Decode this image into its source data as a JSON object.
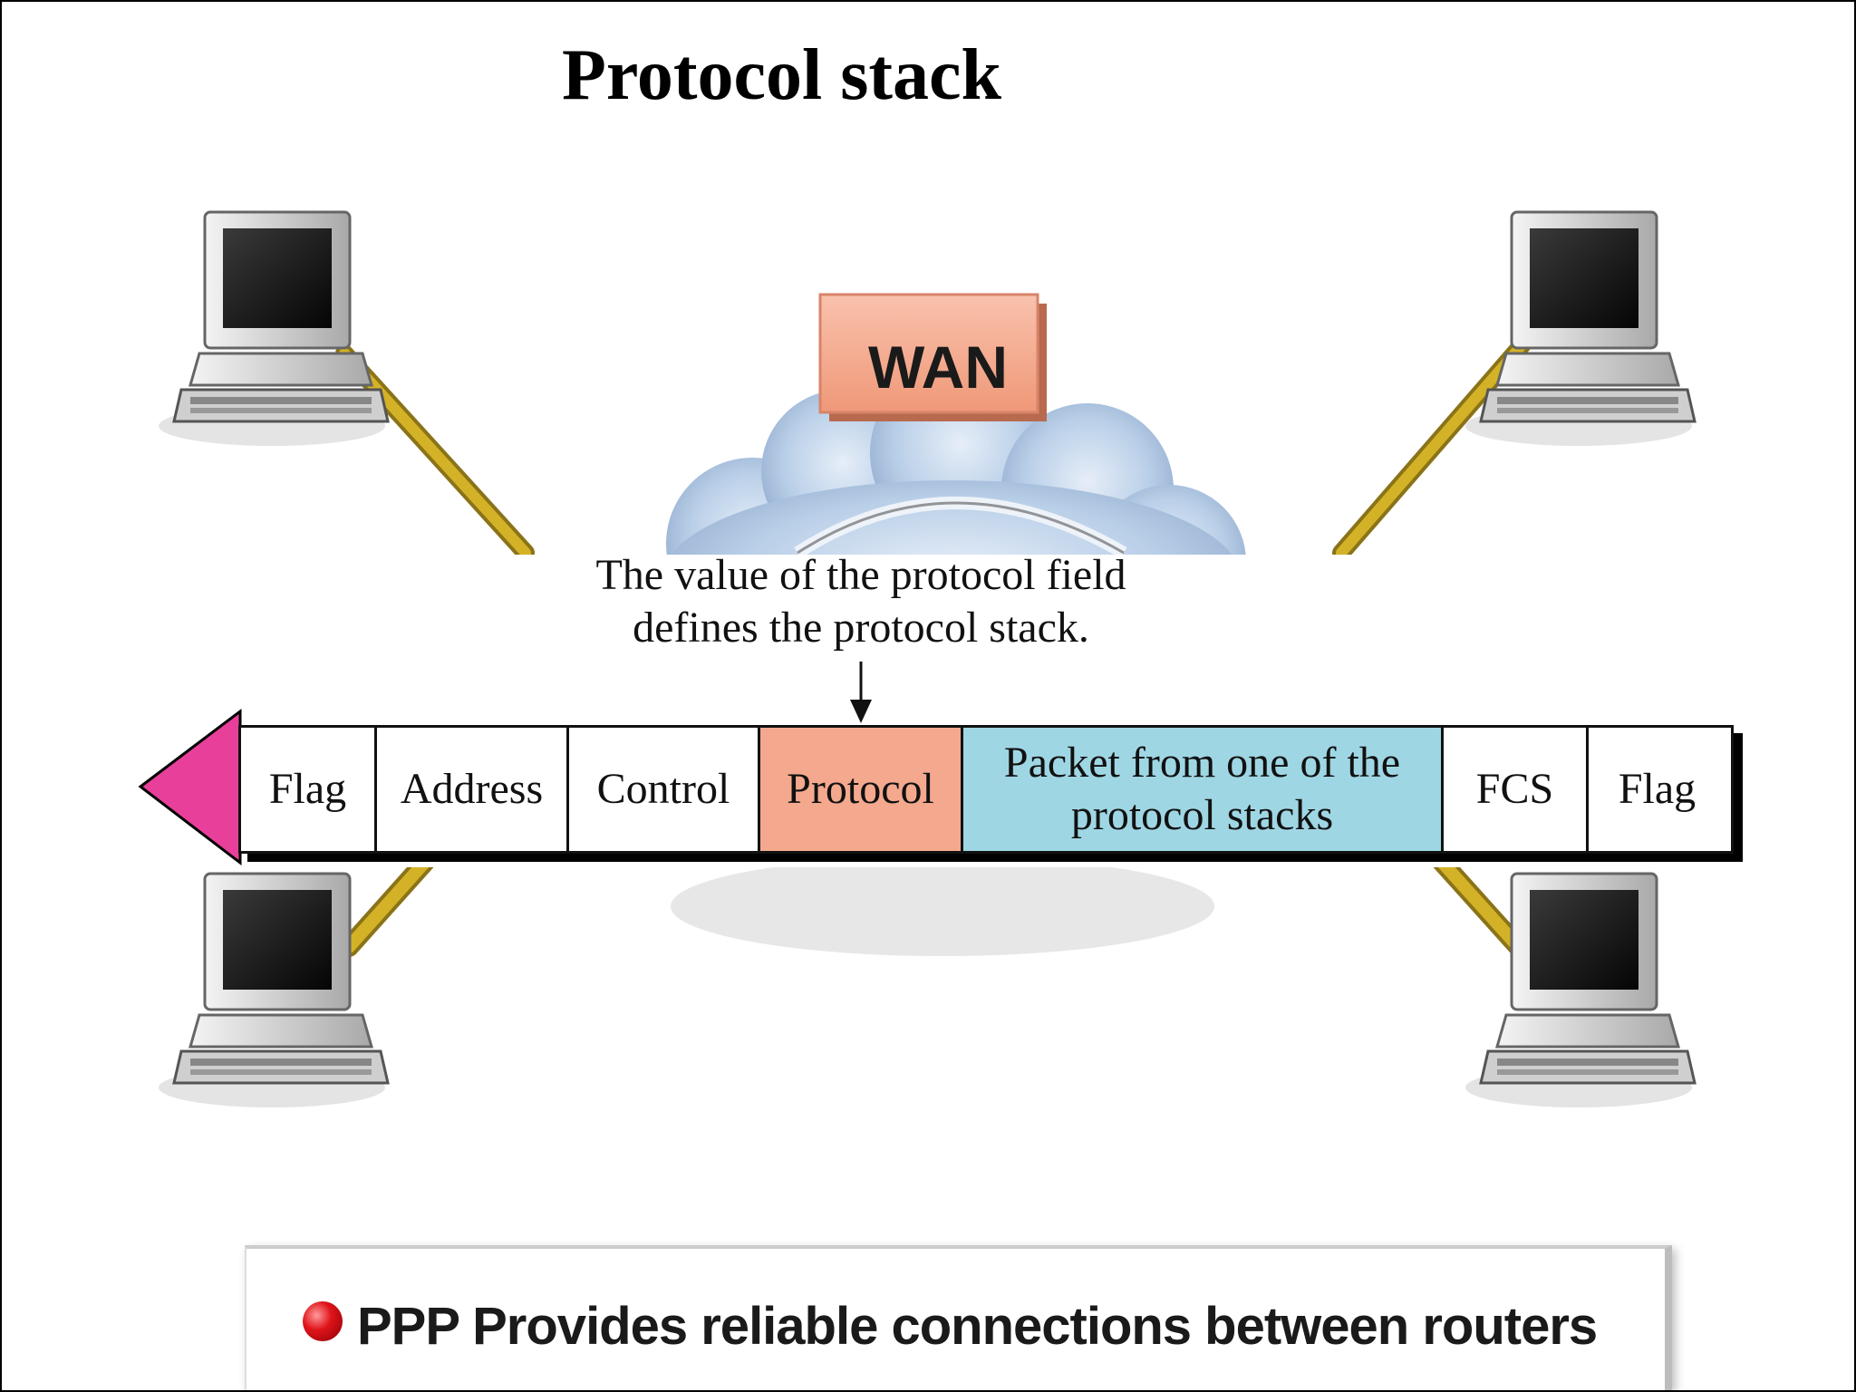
{
  "title": "Protocol stack",
  "wan_label": "WAN",
  "annotation": {
    "line1": "The value of the protocol field",
    "line2": "defines the protocol stack."
  },
  "frame_fields": [
    {
      "label": "Flag",
      "color": "#ffffff"
    },
    {
      "label": "Address",
      "color": "#ffffff"
    },
    {
      "label": "Control",
      "color": "#ffffff"
    },
    {
      "label": "Protocol",
      "color": "#f4a98e"
    },
    {
      "label_line1": "Packet from one of the",
      "label_line2": "protocol stacks",
      "color": "#9fd6e4"
    },
    {
      "label": "FCS",
      "color": "#ffffff"
    },
    {
      "label": "Flag",
      "color": "#ffffff"
    }
  ],
  "caption": "PPP Provides reliable connections between routers",
  "colors": {
    "wan_box": "#f4a98e",
    "cloud": "#b9cfe8",
    "cable": "#d4b227",
    "direction_arrow": "#e83f9a",
    "bullet": "#e0141a"
  },
  "icons": [
    "computer-icon",
    "cloud-icon",
    "direction-arrow-icon",
    "bullet-icon"
  ]
}
